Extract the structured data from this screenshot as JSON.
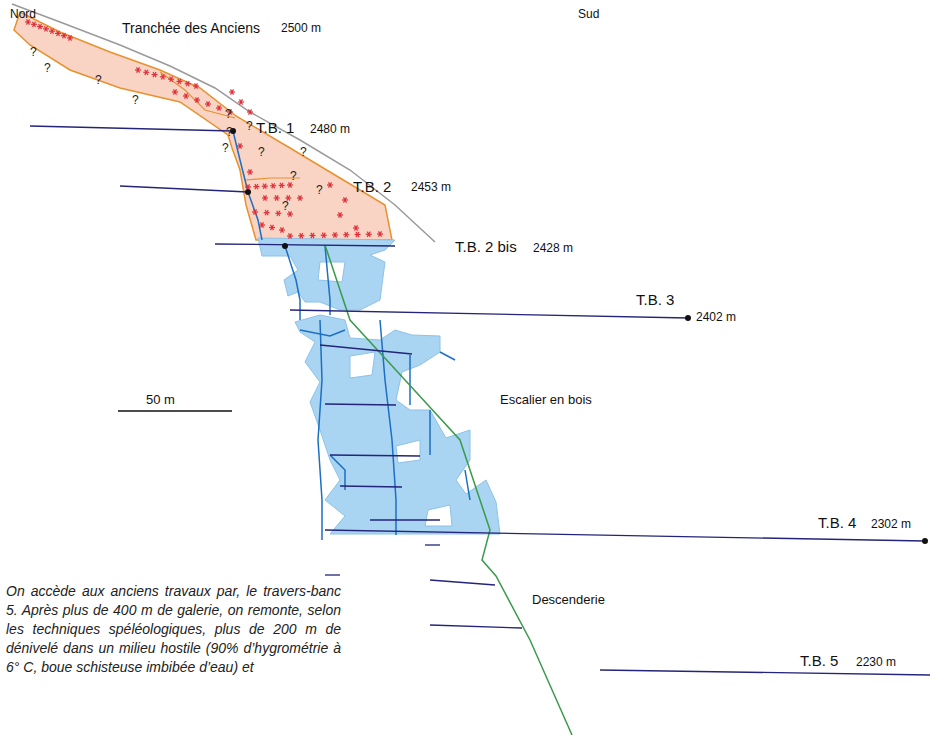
{
  "diagram": {
    "labels": [
      "Nord",
      "Sud",
      "Tranchée des Anciens",
      "2500 m",
      "?",
      "?",
      "?",
      "?",
      "?",
      "?",
      "?",
      "?",
      "?",
      "?",
      "?",
      "?",
      "?",
      "T.B. 1",
      "2480 m",
      "T.B. 2",
      "2453 m",
      "T.B. 2 bis",
      "2428 m",
      "T.B. 3",
      "2402 m",
      "50 m",
      "Escalier en bois",
      "T.B. 4",
      "2302 m",
      "Descenderie",
      "T.B. 5",
      "2230 m",
      "On accède aux anciens travaux par, le travers-banc 5. Après plus de 400 m de galerie, on remonte, selon les techniques spéléologiques, plus de 200 m de dénivelé dans un milieu hostile (90% d’hygrométrie à 6° C, boue schisteuse imbibée d’eau) et"
    ]
  }
}
